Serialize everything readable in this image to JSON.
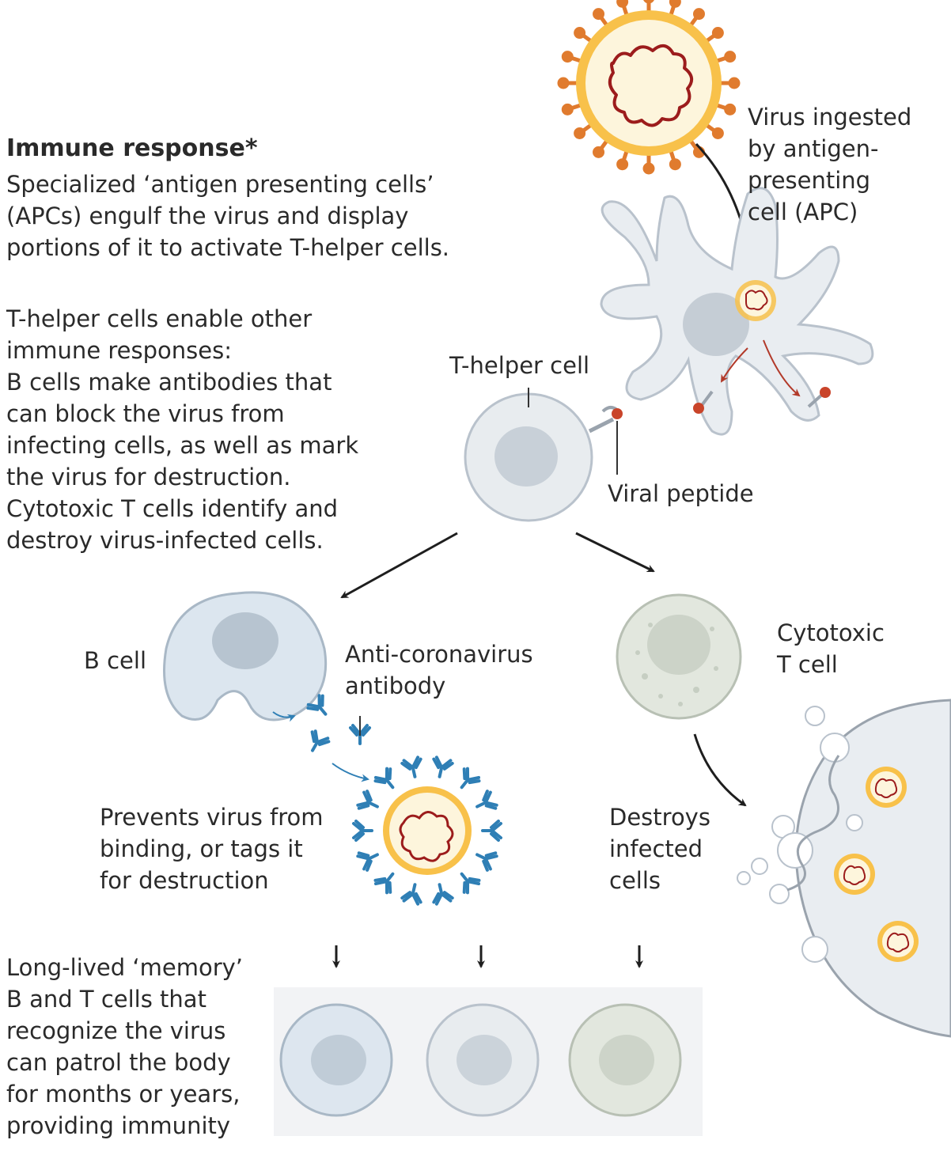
{
  "intro": {
    "title": "Immune response*",
    "body": "Specialized ‘antigen presenting cells’\n(APCs) engulf the virus and display\nportions of it to activate T-helper cells."
  },
  "helper_text": "T-helper cells enable other\nimmune responses:\nB cells make antibodies that\ncan block the virus from\ninfecting cells, as well as mark\nthe virus for destruction.\nCytotoxic T cells identify and\ndestroy virus-infected cells.",
  "labels": {
    "virus_ingested": "Virus ingested\nby antigen-\npresenting\ncell (APC)",
    "t_helper": "T-helper cell",
    "viral_peptide": "Viral peptide",
    "b_cell": "B cell",
    "antibody": "Anti-coronavirus\nantibody",
    "cytotoxic": "Cytotoxic\nT cell",
    "prevents": "Prevents virus from\nbinding, or tags it\nfor destruction",
    "destroys": "Destroys\ninfected\ncells"
  },
  "memory_text": "Long-lived ‘memory’\nB and T cells that\nrecognize the virus\ncan patrol the body\nfor months or years,\nproviding immunity",
  "colors": {
    "virus_outer": "#f5b133",
    "virus_inner": "#fdf3d6",
    "rna": "#9c1c1c",
    "spike": "#e07b2e",
    "apc": "#e9edf1",
    "b_cell": "#dce6ef",
    "t_cell": "#e8ecef",
    "cytotoxic": "#e2e7de",
    "antibody": "#2f7fb5",
    "nucleus": "#c5cdd5",
    "peptide": "#c9442a"
  },
  "icons": [
    "virus-icon",
    "apc-cell-icon",
    "t-helper-cell-icon",
    "b-cell-icon",
    "antibody-icon",
    "cytotoxic-t-cell-icon",
    "infected-cell-icon",
    "memory-cell-icon",
    "arrow-icon"
  ]
}
